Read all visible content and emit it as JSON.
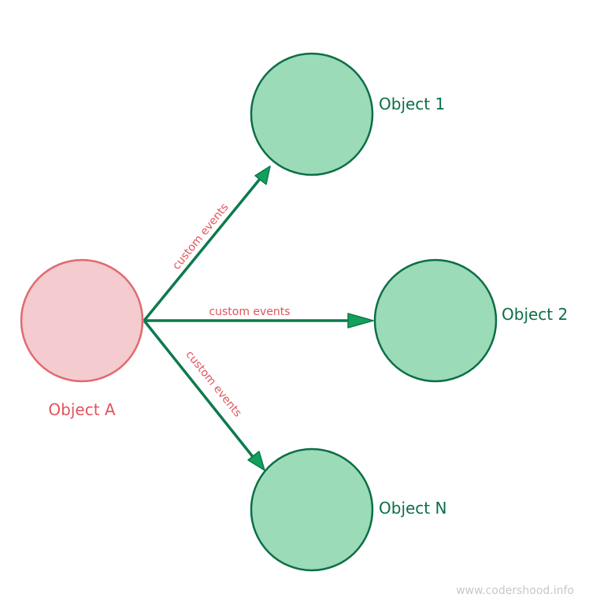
{
  "nodes": {
    "source": {
      "label": "Object A"
    },
    "target1": {
      "label": "Object 1"
    },
    "target2": {
      "label": "Object 2"
    },
    "targetN": {
      "label": "Object N"
    }
  },
  "edges": {
    "to1": {
      "label": "custom events"
    },
    "to2": {
      "label": "custom events"
    },
    "toN": {
      "label": "custom events"
    }
  },
  "watermark": "www.codershood.info",
  "colors": {
    "source_fill": "#f4cbce",
    "source_stroke": "#e06a70",
    "source_text": "#e0545c",
    "target_fill": "#9bdbb8",
    "target_stroke": "#0d6e47",
    "target_text": "#0d6e47",
    "edge": "#0d7a4c",
    "arrowhead": "#12a05c",
    "edge_label": "#e0545c",
    "watermark": "#c8c8c8"
  }
}
